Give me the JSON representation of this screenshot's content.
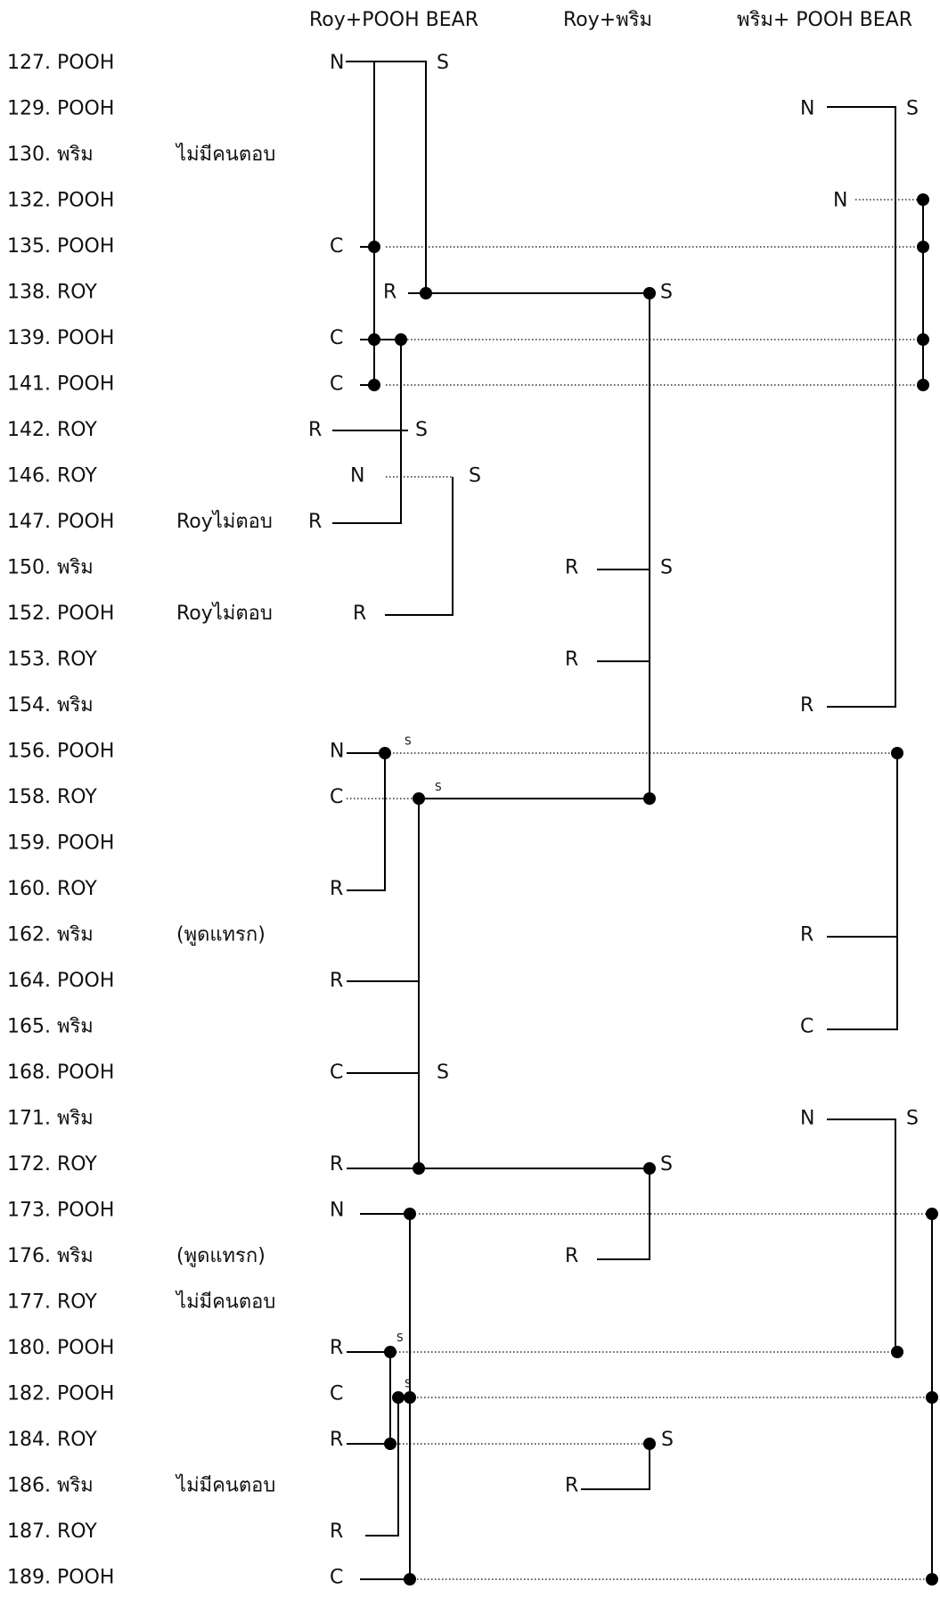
{
  "headers": [
    "Roy+POOH BEAR",
    "Roy+พริม",
    "พริม+ POOH BEAR"
  ],
  "rows": [
    {
      "label": "127. POOH",
      "note": ""
    },
    {
      "label": "129. POOH",
      "note": ""
    },
    {
      "label": "130. พริม",
      "note": "ไม่มีคนตอบ"
    },
    {
      "label": "132. POOH",
      "note": ""
    },
    {
      "label": "135. POOH",
      "note": ""
    },
    {
      "label": "138. ROY",
      "note": ""
    },
    {
      "label": "139. POOH",
      "note": ""
    },
    {
      "label": "141. POOH",
      "note": ""
    },
    {
      "label": "142. ROY",
      "note": ""
    },
    {
      "label": "146. ROY",
      "note": ""
    },
    {
      "label": "147. POOH",
      "note": "Royไม่ตอบ"
    },
    {
      "label": "150. พริม",
      "note": ""
    },
    {
      "label": "152. POOH",
      "note": "Royไม่ตอบ"
    },
    {
      "label": "153. ROY",
      "note": ""
    },
    {
      "label": "154. พริม",
      "note": ""
    },
    {
      "label": "156. POOH",
      "note": ""
    },
    {
      "label": "158. ROY",
      "note": ""
    },
    {
      "label": "159. POOH",
      "note": ""
    },
    {
      "label": "160. ROY",
      "note": ""
    },
    {
      "label": "162. พริม",
      "note": "(พูดแทรก)"
    },
    {
      "label": "164. POOH",
      "note": ""
    },
    {
      "label": "165. พริม",
      "note": ""
    },
    {
      "label": "168. POOH",
      "note": ""
    },
    {
      "label": "171. พริม",
      "note": ""
    },
    {
      "label": "172. ROY",
      "note": ""
    },
    {
      "label": "173. POOH",
      "note": ""
    },
    {
      "label": "176. พริม",
      "note": "(พูดแทรก)"
    },
    {
      "label": "177. ROY",
      "note": "ไม่มีคนตอบ"
    },
    {
      "label": "180. POOH",
      "note": ""
    },
    {
      "label": "182. POOH",
      "note": ""
    },
    {
      "label": "184. ROY",
      "note": ""
    },
    {
      "label": "186. พริม",
      "note": "ไม่มีคนตอบ"
    },
    {
      "label": "187. ROY",
      "note": ""
    },
    {
      "label": "189. POOH",
      "note": ""
    }
  ],
  "codes": [
    {
      "r": 0,
      "t": "N",
      "c": "roypooh"
    },
    {
      "r": 0,
      "t": "S",
      "c": "roypooh"
    },
    {
      "r": 1,
      "t": "N",
      "c": "primpooh"
    },
    {
      "r": 1,
      "t": "S",
      "c": "primpooh"
    },
    {
      "r": 3,
      "t": "N",
      "c": "primpooh"
    },
    {
      "r": 4,
      "t": "C",
      "c": "roypooh"
    },
    {
      "r": 5,
      "t": "R",
      "c": "roypooh"
    },
    {
      "r": 5,
      "t": "S",
      "c": "royprim"
    },
    {
      "r": 6,
      "t": "C",
      "c": "roypooh"
    },
    {
      "r": 7,
      "t": "C",
      "c": "roypooh"
    },
    {
      "r": 8,
      "t": "R",
      "c": "roypooh"
    },
    {
      "r": 8,
      "t": "S",
      "c": "roypooh"
    },
    {
      "r": 9,
      "t": "N",
      "c": "roypooh"
    },
    {
      "r": 9,
      "t": "S",
      "c": "roypooh"
    },
    {
      "r": 10,
      "t": "R",
      "c": "roypooh"
    },
    {
      "r": 11,
      "t": "R",
      "c": "royprim"
    },
    {
      "r": 11,
      "t": "S",
      "c": "royprim"
    },
    {
      "r": 12,
      "t": "R",
      "c": "roypooh"
    },
    {
      "r": 13,
      "t": "R",
      "c": "royprim"
    },
    {
      "r": 14,
      "t": "R",
      "c": "primpooh"
    },
    {
      "r": 15,
      "t": "N",
      "c": "roypooh"
    },
    {
      "r": 15,
      "t": "S",
      "c": "roypooh"
    },
    {
      "r": 16,
      "t": "C",
      "c": "roypooh"
    },
    {
      "r": 16,
      "t": "S",
      "c": "roypooh"
    },
    {
      "r": 18,
      "t": "R",
      "c": "roypooh"
    },
    {
      "r": 19,
      "t": "R",
      "c": "primpooh"
    },
    {
      "r": 20,
      "t": "R",
      "c": "roypooh"
    },
    {
      "r": 21,
      "t": "C",
      "c": "primpooh"
    },
    {
      "r": 22,
      "t": "C",
      "c": "roypooh"
    },
    {
      "r": 22,
      "t": "S",
      "c": "roypooh"
    },
    {
      "r": 23,
      "t": "N",
      "c": "primpooh"
    },
    {
      "r": 23,
      "t": "S",
      "c": "primpooh"
    },
    {
      "r": 24,
      "t": "R",
      "c": "roypooh"
    },
    {
      "r": 24,
      "t": "S",
      "c": "royprim"
    },
    {
      "r": 25,
      "t": "N",
      "c": "roypooh"
    },
    {
      "r": 26,
      "t": "R",
      "c": "royprim"
    },
    {
      "r": 28,
      "t": "R",
      "c": "roypooh"
    },
    {
      "r": 28,
      "t": "S",
      "c": "roypooh"
    },
    {
      "r": 29,
      "t": "C",
      "c": "roypooh"
    },
    {
      "r": 29,
      "t": "S",
      "c": "roypooh"
    },
    {
      "r": 30,
      "t": "R",
      "c": "roypooh"
    },
    {
      "r": 30,
      "t": "S",
      "c": "royprim"
    },
    {
      "r": 31,
      "t": "R",
      "c": "royprim"
    },
    {
      "r": 32,
      "t": "R",
      "c": "roypooh"
    },
    {
      "r": 33,
      "t": "C",
      "c": "roypooh"
    }
  ]
}
